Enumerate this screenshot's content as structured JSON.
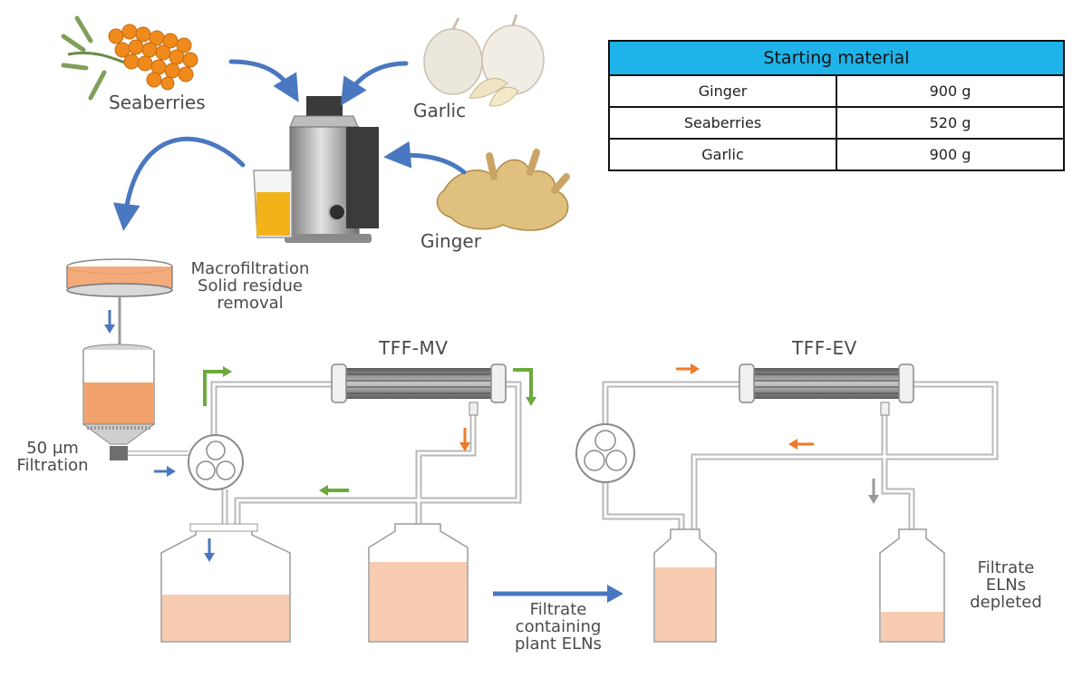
{
  "inputs": {
    "seaberries_label": "Seaberries",
    "garlic_label": "Garlic",
    "ginger_label": "Ginger"
  },
  "steps": {
    "macrofiltration_line1": "Macrofiltration",
    "macrofiltration_line2": "Solid residue",
    "macrofiltration_line3": "removal",
    "filtration_line1": "50 μm",
    "filtration_line2": "Filtration",
    "tff_mv": "TFF-MV",
    "tff_ev": "TFF-EV",
    "filtrate_line1": "Filtrate",
    "filtrate_line2": "containing",
    "filtrate_line3": "plant ELNs",
    "depleted_line1": "Filtrate",
    "depleted_line2": "ELNs",
    "depleted_line3": "depleted"
  },
  "table": {
    "title": "Starting material",
    "rows": [
      {
        "name": "Ginger",
        "amount": "900 g"
      },
      {
        "name": "Seaberries",
        "amount": "520 g"
      },
      {
        "name": "Garlic",
        "amount": "900 g"
      }
    ]
  },
  "colors": {
    "blue_arrow": "#4a78c0",
    "green_arrow": "#6aaa3a",
    "orange_arrow": "#ee7a2a",
    "gray_arrow": "#9a9a9a",
    "juice": "#f2a26d",
    "filtrate": "#f7ccb0",
    "table_header": "#1eb4ea"
  }
}
